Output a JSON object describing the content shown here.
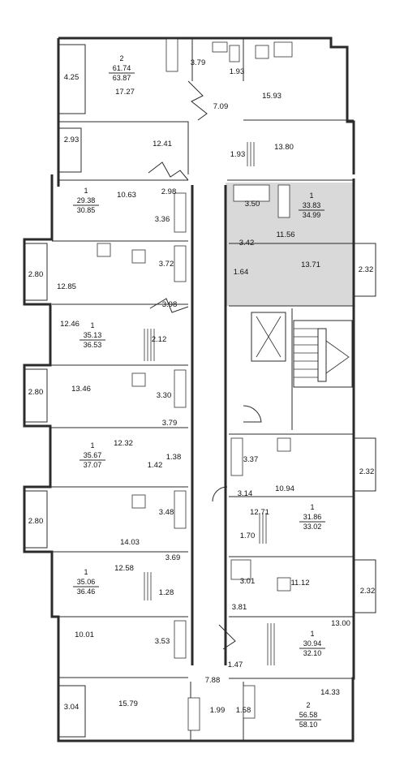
{
  "highlight_color": "#d9d9d9",
  "apartments": [
    {
      "id": "a1",
      "rooms": "2",
      "living": "61.74",
      "total": "63.87"
    },
    {
      "id": "a2",
      "rooms": "1",
      "living": "29.38",
      "total": "30.85"
    },
    {
      "id": "a3",
      "rooms": "1",
      "living": "33.83",
      "total": "34.99"
    },
    {
      "id": "a4",
      "rooms": "1",
      "living": "35.13",
      "total": "36.53"
    },
    {
      "id": "a5",
      "rooms": "1",
      "living": "35.67",
      "total": "37.07"
    },
    {
      "id": "a6",
      "rooms": "1",
      "living": "31.86",
      "total": "33.02"
    },
    {
      "id": "a7",
      "rooms": "1",
      "living": "35.06",
      "total": "36.46"
    },
    {
      "id": "a8",
      "rooms": "1",
      "living": "30.94",
      "total": "32.10"
    },
    {
      "id": "a9",
      "rooms": "2",
      "living": "56.58",
      "total": "58.10"
    }
  ],
  "room_areas": [
    {
      "id": "r1",
      "v": "4.25"
    },
    {
      "id": "r2",
      "v": "3.79"
    },
    {
      "id": "r3",
      "v": "1.93"
    },
    {
      "id": "r4",
      "v": "17.27"
    },
    {
      "id": "r5",
      "v": "15.93"
    },
    {
      "id": "r6",
      "v": "7.09"
    },
    {
      "id": "r7",
      "v": "2.93"
    },
    {
      "id": "r8",
      "v": "12.41"
    },
    {
      "id": "r9",
      "v": "1.93"
    },
    {
      "id": "r10",
      "v": "13.80"
    },
    {
      "id": "r11",
      "v": "10.63"
    },
    {
      "id": "r12",
      "v": "2.98"
    },
    {
      "id": "r13",
      "v": "3.50"
    },
    {
      "id": "r14",
      "v": "3.36"
    },
    {
      "id": "r15",
      "v": "3.42"
    },
    {
      "id": "r16",
      "v": "11.56"
    },
    {
      "id": "r17",
      "v": "2.80"
    },
    {
      "id": "r18",
      "v": "3.72"
    },
    {
      "id": "r19",
      "v": "1.64"
    },
    {
      "id": "r20",
      "v": "13.71"
    },
    {
      "id": "r21",
      "v": "2.32"
    },
    {
      "id": "r22",
      "v": "12.85"
    },
    {
      "id": "r23",
      "v": "3.98"
    },
    {
      "id": "r24",
      "v": "12.46"
    },
    {
      "id": "r25",
      "v": "2.12"
    },
    {
      "id": "r26",
      "v": "2.80"
    },
    {
      "id": "r27",
      "v": "13.46"
    },
    {
      "id": "r28",
      "v": "3.30"
    },
    {
      "id": "r29",
      "v": "3.79"
    },
    {
      "id": "r30",
      "v": "12.32"
    },
    {
      "id": "r31",
      "v": "3.37"
    },
    {
      "id": "r32",
      "v": "1.42"
    },
    {
      "id": "r33",
      "v": "1.38"
    },
    {
      "id": "r34",
      "v": "2.32"
    },
    {
      "id": "r35",
      "v": "10.94"
    },
    {
      "id": "r36",
      "v": "3.14"
    },
    {
      "id": "r37",
      "v": "2.80"
    },
    {
      "id": "r38",
      "v": "3.48"
    },
    {
      "id": "r39",
      "v": "12.71"
    },
    {
      "id": "r40",
      "v": "14.03"
    },
    {
      "id": "r41",
      "v": "1.70"
    },
    {
      "id": "r42",
      "v": "3.69"
    },
    {
      "id": "r43",
      "v": "12.58"
    },
    {
      "id": "r44",
      "v": "3.01"
    },
    {
      "id": "r45",
      "v": "11.12"
    },
    {
      "id": "r46",
      "v": "2.32"
    },
    {
      "id": "r47",
      "v": "1.28"
    },
    {
      "id": "r48",
      "v": "3.81"
    },
    {
      "id": "r49",
      "v": "13.00"
    },
    {
      "id": "r50",
      "v": "10.01"
    },
    {
      "id": "r51",
      "v": "3.53"
    },
    {
      "id": "r52",
      "v": "1.47"
    },
    {
      "id": "r53",
      "v": "7.88"
    },
    {
      "id": "r54",
      "v": "3.04"
    },
    {
      "id": "r55",
      "v": "15.79"
    },
    {
      "id": "r56",
      "v": "1.99"
    },
    {
      "id": "r57",
      "v": "1.58"
    },
    {
      "id": "r58",
      "v": "14.33"
    }
  ]
}
